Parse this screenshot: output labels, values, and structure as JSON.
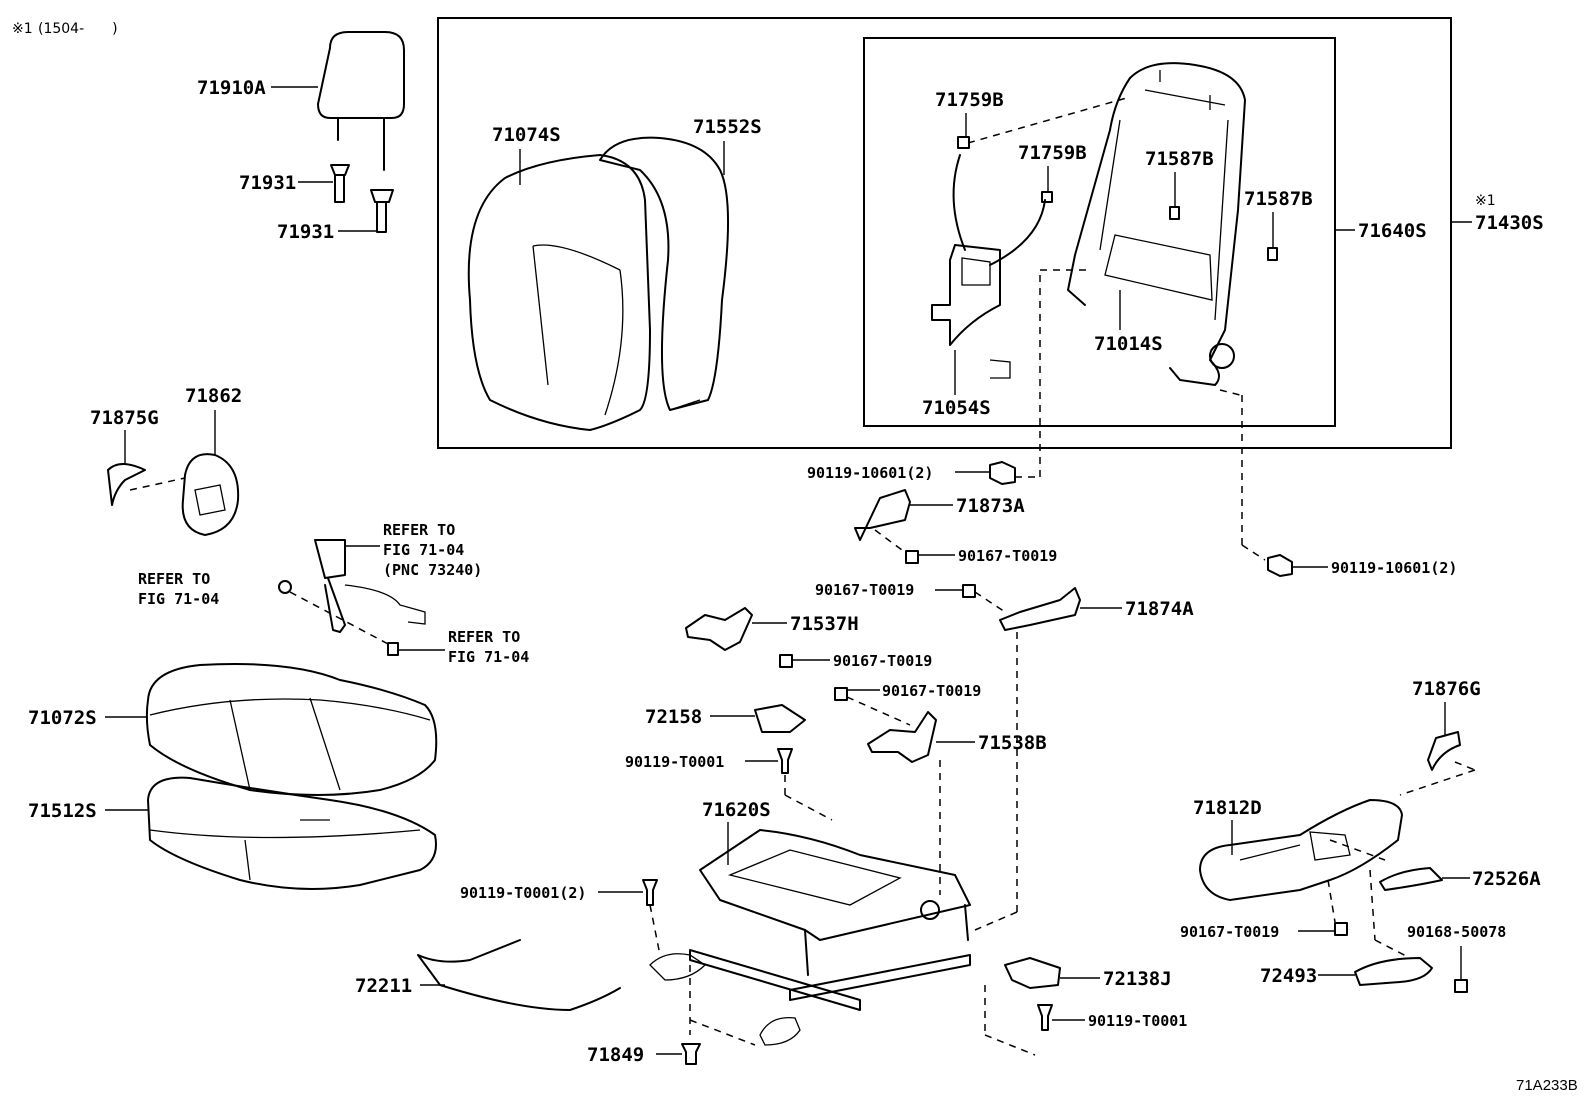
{
  "header_note": {
    "symbol": "※1",
    "range_text": "(1504-　　)"
  },
  "group_note": {
    "symbol": "※1",
    "part": "71430S"
  },
  "diagram_code": "71A233B",
  "parts": {
    "p71910A": "71910A",
    "p71931a": "71931",
    "p71931b": "71931",
    "p71074S": "71074S",
    "p71552S": "71552S",
    "p71759Ba": "71759B",
    "p71759Bb": "71759B",
    "p71587Ba": "71587B",
    "p71587Bb": "71587B",
    "p71640S": "71640S",
    "p71014S": "71014S",
    "p71054S": "71054S",
    "p71875G": "71875G",
    "p71862": "71862",
    "p90119_10601a": "90119-10601(2)",
    "p90119_10601b": "90119-10601(2)",
    "p71873A": "71873A",
    "p90167_T0019a": "90167-T0019",
    "p90167_T0019b": "90167-T0019",
    "p90167_T0019c": "90167-T0019",
    "p90167_T0019d": "90167-T0019",
    "p90167_T0019e": "90167-T0019",
    "p71874A": "71874A",
    "p71537H": "71537H",
    "p72158": "72158",
    "p71538B": "71538B",
    "p90119_T0001a": "90119-T0001",
    "p90119_T0001b": "90119-T0001(2)",
    "p90119_T0001c": "90119-T0001",
    "p71620S": "71620S",
    "p71072S": "71072S",
    "p71512S": "71512S",
    "p72211": "72211",
    "p71849": "71849",
    "p72138J": "72138J",
    "p71876G": "71876G",
    "p71812D": "71812D",
    "p72526A": "72526A",
    "p90168_50078": "90168-50078",
    "p72493": "72493"
  },
  "refer_notes": {
    "belt_line1": "REFER TO",
    "belt_line2": "FIG 71-04",
    "belt_line3": "(PNC 73240)",
    "left_line1": "REFER TO",
    "left_line2": "FIG 71-04",
    "right_line1": "REFER TO",
    "right_line2": "FIG 71-04"
  }
}
